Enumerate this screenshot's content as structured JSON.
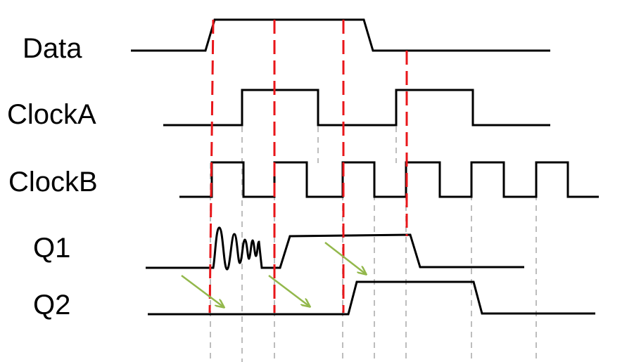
{
  "labels": {
    "data": "Data",
    "clock_a": "ClockA",
    "clock_b": "ClockB",
    "q1": "Q1",
    "q2": "Q2"
  },
  "colors": {
    "signal": "#000000",
    "red_guide": "#e8161a",
    "grey_guide": "#bdbdbd",
    "arrow": "#93b84c",
    "background": "#ffffff"
  }
}
